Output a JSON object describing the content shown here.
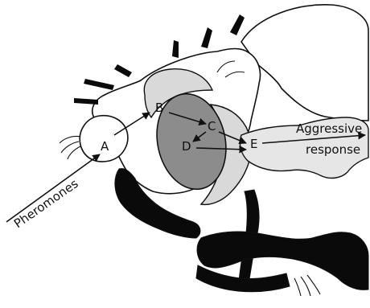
{
  "diagram": {
    "nodes": [
      {
        "id": "A",
        "label": "A"
      },
      {
        "id": "B",
        "label": "B"
      },
      {
        "id": "C",
        "label": "C"
      },
      {
        "id": "D",
        "label": "D"
      },
      {
        "id": "E",
        "label": "E"
      }
    ],
    "edges": [
      {
        "from": "Pheromones",
        "to": "A"
      },
      {
        "from": "A",
        "to": "B"
      },
      {
        "from": "B",
        "to": "C"
      },
      {
        "from": "C",
        "to": "D"
      },
      {
        "from": "D",
        "to": "E"
      },
      {
        "from": "C",
        "to": "E"
      },
      {
        "from": "E",
        "to": "Aggressive response"
      }
    ],
    "input_label": "Pheromones",
    "output_label": {
      "line1": "Aggressive",
      "line2": "response"
    }
  },
  "colors": {
    "outline": "#111111",
    "light_region": "#d9d9d9",
    "dark_region": "#8c8c8c",
    "black_region": "#0a0a0a",
    "background": "#ffffff"
  }
}
